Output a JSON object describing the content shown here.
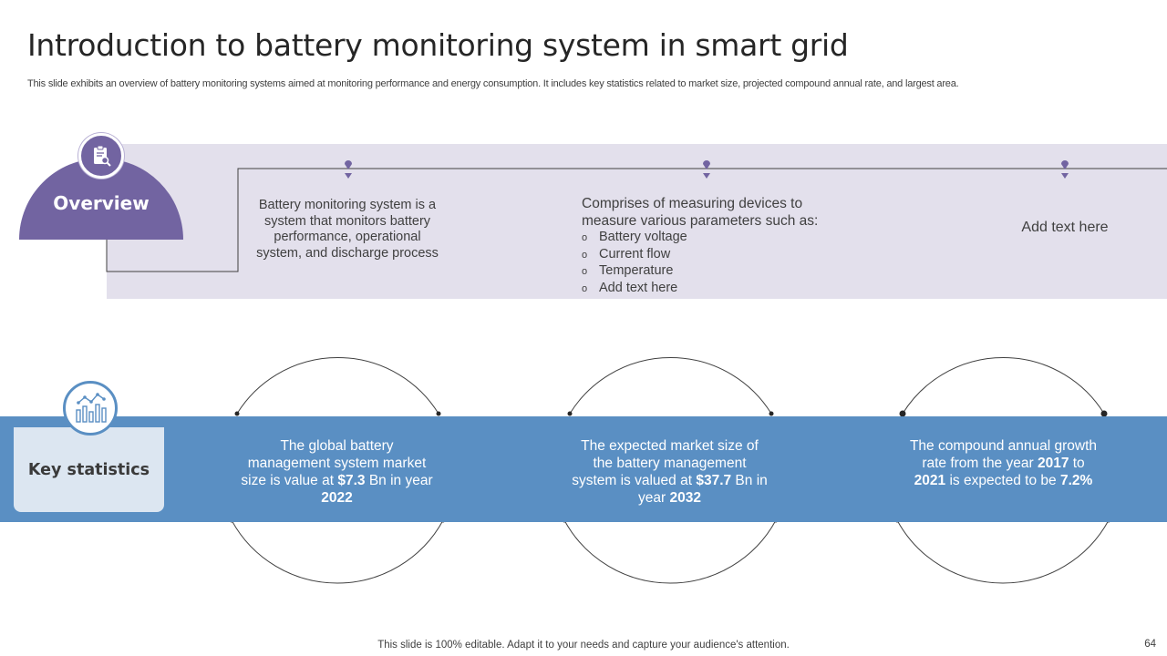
{
  "slide": {
    "title": "Introduction to battery monitoring system in smart grid",
    "subtitle": "This slide exhibits an overview of battery monitoring systems aimed at monitoring performance and energy consumption. It includes key statistics related to market size, projected compound annual rate, and largest area."
  },
  "overview": {
    "label": "Overview",
    "icon": "clipboard-search-icon",
    "item1": "Battery monitoring system is a system that monitors battery performance, operational system, and discharge process",
    "item2_intro": "Comprises of measuring devices to measure various parameters such as:",
    "item2_bullets": [
      "Battery voltage",
      "Current flow",
      "Temperature",
      "Add text here"
    ],
    "item3": "Add text here"
  },
  "key_statistics": {
    "label": "Key statistics",
    "icon": "line-bar-chart-icon",
    "stat1": {
      "text_a": "The global battery management system market size is value at ",
      "value": "$7.3",
      "text_b": " Bn in year ",
      "year": "2022"
    },
    "stat2": {
      "text_a": "The expected market size of the battery management system is valued at ",
      "value": "$37.7",
      "text_b": " Bn in year ",
      "year": "2032"
    },
    "stat3": {
      "text_a": "The compound annual growth rate from the year ",
      "year_start": "2017",
      "text_b": " to ",
      "year_end": "2021",
      "text_c": " is expected to be ",
      "rate": "7.2%"
    }
  },
  "footer": {
    "note": "This slide is 100% editable. Adapt it to your needs and capture your audience's attention.",
    "page_number": "64"
  },
  "colors": {
    "overview_purple": "#7264a1",
    "overview_band": "#e3e0ec",
    "stats_blue": "#5a8fc3",
    "stats_box": "#dce6f1"
  }
}
